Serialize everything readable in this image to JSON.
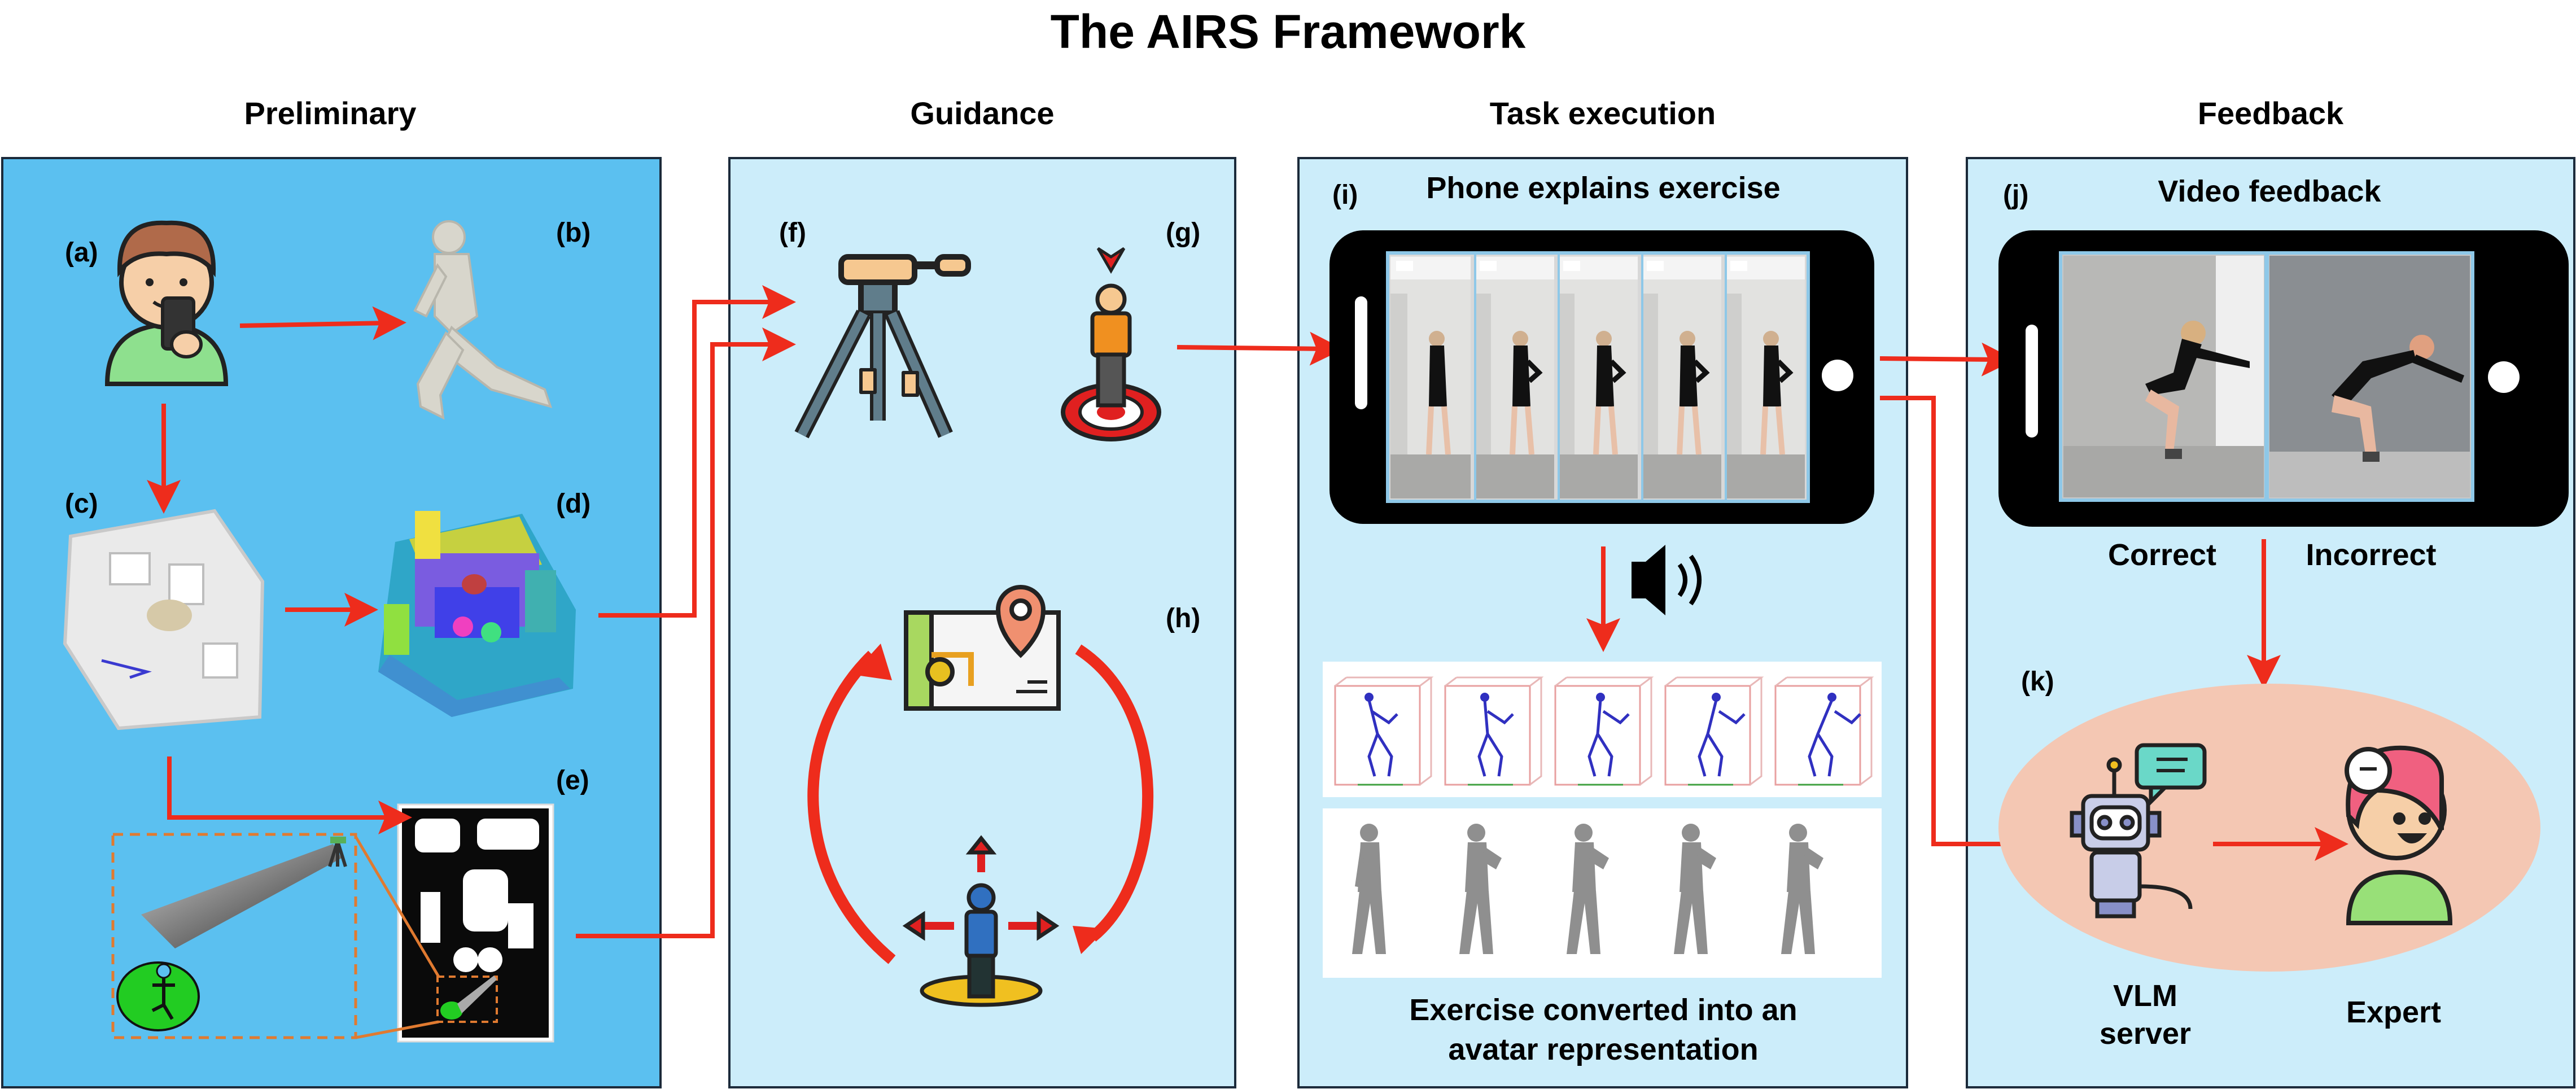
{
  "title": "The AIRS Framework",
  "columns": {
    "preliminary": "Preliminary",
    "guidance": "Guidance",
    "task_execution": "Task execution",
    "feedback": "Feedback"
  },
  "labels": {
    "a": "(a)",
    "b": "(b)",
    "c": "(c)",
    "d": "(d)",
    "e": "(e)",
    "f": "(f)",
    "g": "(g)",
    "h": "(h)",
    "i": "(i)",
    "j": "(j)",
    "k": "(k)"
  },
  "task": {
    "phone_caption": "Phone explains exercise",
    "avatar_caption_line1": "Exercise converted into an",
    "avatar_caption_line2": "avatar representation"
  },
  "feedback": {
    "video_caption": "Video feedback",
    "correct": "Correct",
    "incorrect": "Incorrect",
    "vlm_line1": "VLM",
    "vlm_line2": "server",
    "expert": "Expert"
  },
  "colors": {
    "arrow": "#ee2c1c",
    "preliminary_bg": "#5bc0f0",
    "panel_bg": "#ccedfa",
    "vlm_ellipse": "#f4c7b3"
  }
}
